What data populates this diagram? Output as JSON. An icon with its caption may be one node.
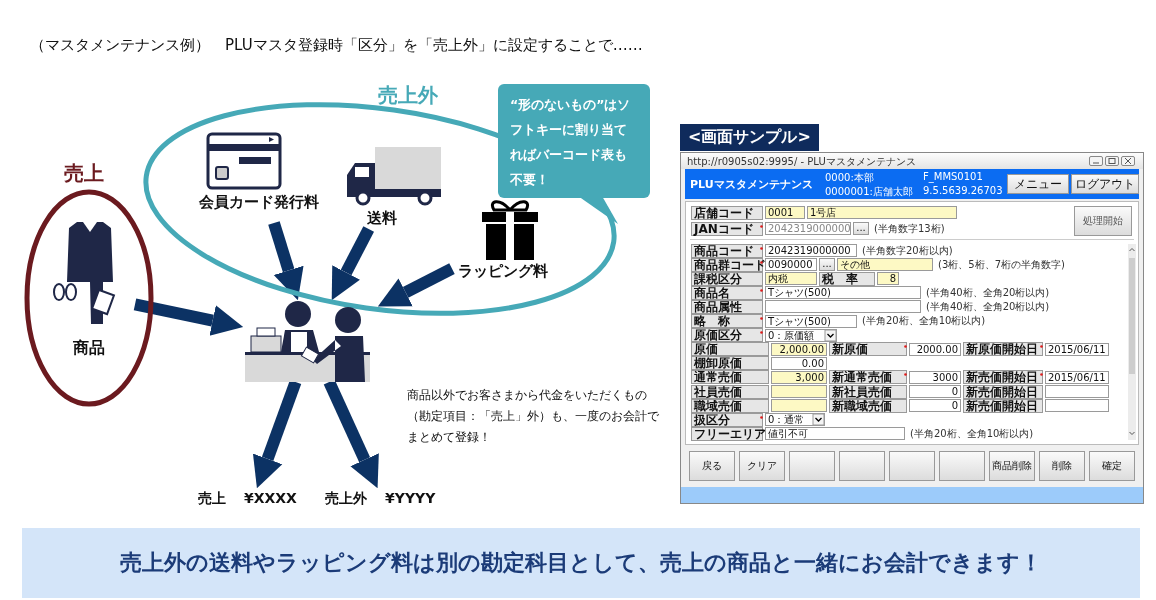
{
  "diagram": {
    "nodes": [
      {
        "text": [
          "売上"
        ]
      },
      {
        "text": [
          "商品"
        ],
        "in": 0
      },
      {
        "text": [
          "売上外"
        ]
      },
      {
        "text": [
          "会員カード発行料"
        ],
        "in": 2
      },
      {
        "text": [
          "送料"
        ],
        "in": 2
      },
      {
        "text": [
          "ラッピング料"
        ],
        "in": 2
      },
      {
        "text": [
          "“形のないもの”はソフトキーに割り当てればバーコード表も不要！"
        ]
      },
      {
        "text": [],
        "shape": "picture"
      },
      {
        "text": [
          "売上",
          "¥XXXX"
        ]
      },
      {
        "text": [
          "売上外",
          "¥YYYY"
        ]
      }
    ],
    "edges": [
      {
        "from": 1,
        "to": 7,
        "arrow": "to"
      },
      {
        "from": 3,
        "to": 7,
        "arrow": "to"
      },
      {
        "from": 4,
        "to": 7,
        "arrow": "to"
      },
      {
        "from": 5,
        "to": 7,
        "arrow": "to"
      },
      {
        "from": 7,
        "to": 8,
        "arrow": "to"
      },
      {
        "from": 7,
        "to": 9,
        "arrow": "to"
      }
    ],
    "labels": [
      "（マスタメンテナンス例）　PLUマスタ登録時「区分」を「売上外」に設定することで……",
      "商品以外でお客さまから代金をいただくもの（勘定項目：「売上」外）も、一度のお会計でまとめて登録！",
      "<画面サンプル>",
      "http://r0905s02:9995/ - PLUマスタメンテナンス",
      "PLUマスタメンテナンス",
      "0000:本部",
      "0000001:店舗太郎",
      "F_MMS0101",
      "9.5.5639.26703",
      "メニュー",
      "ログアウト",
      "処理開始",
      "店舗コード",
      "0001",
      "1号店",
      "JANコード",
      "2042319000000",
      "...",
      "(半角数字13桁)",
      "商品コード",
      "2042319000000",
      "(半角数字20桁以内)",
      "商品群コード",
      "0090000",
      "...",
      "その他",
      "(3桁、5桁、7桁の半角数字)",
      "課税区分",
      "内税",
      "税　率",
      "8",
      "商品名",
      "Tシャツ(500)",
      "(半角40桁、全角20桁以内)",
      "商品属性",
      "(半角40桁、全角20桁以内)",
      "略　称",
      "Tシャツ(500)",
      "(半角20桁、全角10桁以内)",
      "原価区分",
      "0：原価額",
      "原価",
      "2,000.00",
      "新原価",
      "2000.00",
      "新原価開始日",
      "2015/06/11",
      "棚卸原価",
      "0.00",
      "通常売価",
      "3,000",
      "新通常売価",
      "3000",
      "新売価開始日",
      "2015/06/11",
      "社員売価",
      "新社員売価",
      "0",
      "新売価開始日",
      "職域売価",
      "新職域売価",
      "0",
      "新売価開始日",
      "扱区分",
      "0：通常",
      "フリーエリア",
      "値引不可",
      "(半角20桁、全角10桁以内)",
      "戻る",
      "クリア",
      "商品削除",
      "削除",
      "確定",
      "売上外の送料やラッピング料は別の勘定科目として、売上の商品と一緒にお会計できます！"
    ]
  }
}
